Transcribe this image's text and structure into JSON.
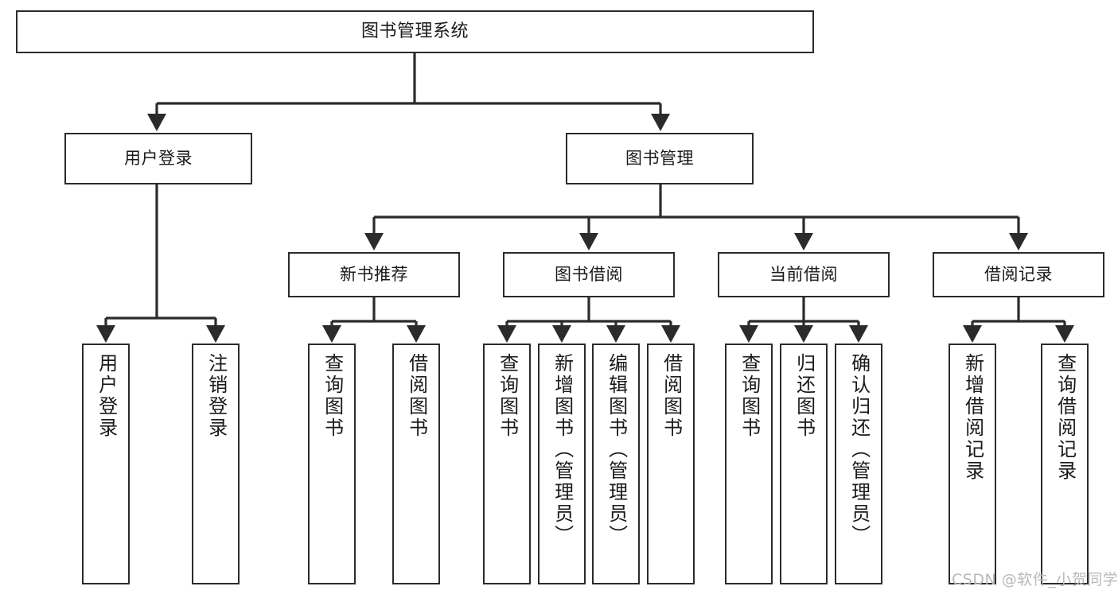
{
  "diagram": {
    "title": "图书管理系统",
    "type": "tree-hierarchy",
    "root": {
      "label": "图书管理系统"
    },
    "level2": [
      {
        "label": "用户登录"
      },
      {
        "label": "图书管理"
      }
    ],
    "level3": [
      {
        "label": "新书推荐"
      },
      {
        "label": "图书借阅"
      },
      {
        "label": "当前借阅"
      },
      {
        "label": "借阅记录"
      }
    ],
    "leaves": {
      "user_login": [
        {
          "label": "用户登录"
        },
        {
          "label": "注销登录"
        }
      ],
      "new_book_recommend": [
        {
          "label": "查询图书"
        },
        {
          "label": "借阅图书"
        }
      ],
      "book_borrow": [
        {
          "label": "查询图书"
        },
        {
          "label": "新增图书（管理员）"
        },
        {
          "label": "编辑图书（管理员）"
        },
        {
          "label": "借阅图书"
        }
      ],
      "current_borrow": [
        {
          "label": "查询图书"
        },
        {
          "label": "归还图书"
        },
        {
          "label": "确认归还（管理员）"
        }
      ],
      "borrow_record": [
        {
          "label": "新增借阅记录"
        },
        {
          "label": "查询借阅记录"
        }
      ]
    }
  },
  "watermark": {
    "text": "CSDN @软件_小贺同学"
  },
  "colors": {
    "border": "#2b2b2b",
    "background": "#ffffff",
    "text": "#1a1a1a",
    "watermark": "#b9b9b9"
  }
}
